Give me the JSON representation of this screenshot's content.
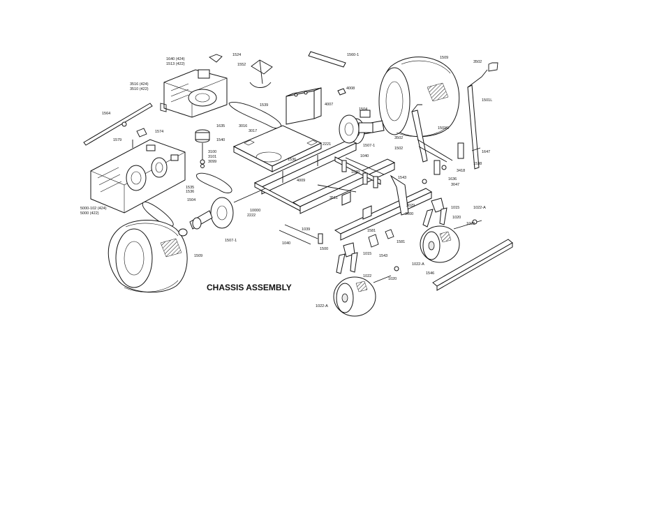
{
  "diagram": {
    "title": "CHASSIS ASSEMBLY",
    "labels": [
      {
        "id": "l1640",
        "text": "1640 (424)"
      },
      {
        "id": "l1513",
        "text": "1513 (422)"
      },
      {
        "id": "l1524",
        "text": "1524"
      },
      {
        "id": "l1552",
        "text": "1552"
      },
      {
        "id": "l1560_1",
        "text": "1560-1"
      },
      {
        "id": "l1509a",
        "text": "1509"
      },
      {
        "id": "l3502a",
        "text": "3502"
      },
      {
        "id": "l3516",
        "text": "3516 (424)"
      },
      {
        "id": "l3510",
        "text": "3510 (422)"
      },
      {
        "id": "l4008",
        "text": "4008"
      },
      {
        "id": "l1539",
        "text": "1539"
      },
      {
        "id": "l4007",
        "text": "4007"
      },
      {
        "id": "l1501L",
        "text": "1501L"
      },
      {
        "id": "l1564",
        "text": "1564"
      },
      {
        "id": "l1574",
        "text": "1574"
      },
      {
        "id": "l1579",
        "text": "1579"
      },
      {
        "id": "l1635",
        "text": "1635"
      },
      {
        "id": "l3016",
        "text": "3016"
      },
      {
        "id": "l3017",
        "text": "3017"
      },
      {
        "id": "l1540",
        "text": "1540"
      },
      {
        "id": "l1504a",
        "text": "1504"
      },
      {
        "id": "l1501R",
        "text": "1501R"
      },
      {
        "id": "l3502b",
        "text": "3502"
      },
      {
        "id": "l1507_1a",
        "text": "1507-1"
      },
      {
        "id": "l1502",
        "text": "1502"
      },
      {
        "id": "l2221",
        "text": "2221"
      },
      {
        "id": "l1647",
        "text": "1647"
      },
      {
        "id": "l3100",
        "text": "3100"
      },
      {
        "id": "l3101",
        "text": "3101"
      },
      {
        "id": "l3099",
        "text": "3099"
      },
      {
        "id": "l1040a",
        "text": "1040"
      },
      {
        "id": "l1536",
        "text": "1536"
      },
      {
        "id": "l1039a",
        "text": "1039"
      },
      {
        "id": "l3418",
        "text": "3418"
      },
      {
        "id": "l1538",
        "text": "1538"
      },
      {
        "id": "l1535",
        "text": "1535"
      },
      {
        "id": "l1536b",
        "text": "1536"
      },
      {
        "id": "l4009",
        "text": "4009"
      },
      {
        "id": "l3511",
        "text": "3511"
      },
      {
        "id": "l1543a",
        "text": "1543"
      },
      {
        "id": "l1636",
        "text": "1636"
      },
      {
        "id": "l3047",
        "text": "3047"
      },
      {
        "id": "l1504b",
        "text": "1504"
      },
      {
        "id": "l10000",
        "text": "10000"
      },
      {
        "id": "l3029",
        "text": "3029"
      },
      {
        "id": "l1015a",
        "text": "1015"
      },
      {
        "id": "l1022_Aa",
        "text": "1022-A"
      },
      {
        "id": "l5000_102",
        "text": "5000-102 (424)"
      },
      {
        "id": "l5000",
        "text": "5000 (422)"
      },
      {
        "id": "l2222",
        "text": "2222"
      },
      {
        "id": "l3600",
        "text": "3600"
      },
      {
        "id": "l1020",
        "text": "1020"
      },
      {
        "id": "l1022",
        "text": "1022"
      },
      {
        "id": "l1039b",
        "text": "1039"
      },
      {
        "id": "l1581a",
        "text": "1581"
      },
      {
        "id": "l1507_1b",
        "text": "1507-1"
      },
      {
        "id": "l1581b",
        "text": "1581"
      },
      {
        "id": "l1040b",
        "text": "1040"
      },
      {
        "id": "l1500",
        "text": "1500"
      },
      {
        "id": "l1015b",
        "text": "1015"
      },
      {
        "id": "l1543b",
        "text": "1543"
      },
      {
        "id": "l1509b",
        "text": "1509"
      },
      {
        "id": "l1022_Ab",
        "text": "1022-A"
      },
      {
        "id": "l1546",
        "text": "1546"
      },
      {
        "id": "l1022b",
        "text": "1022"
      },
      {
        "id": "l1020b",
        "text": "1020"
      },
      {
        "id": "l1022_Ac",
        "text": "1022-A"
      }
    ]
  }
}
